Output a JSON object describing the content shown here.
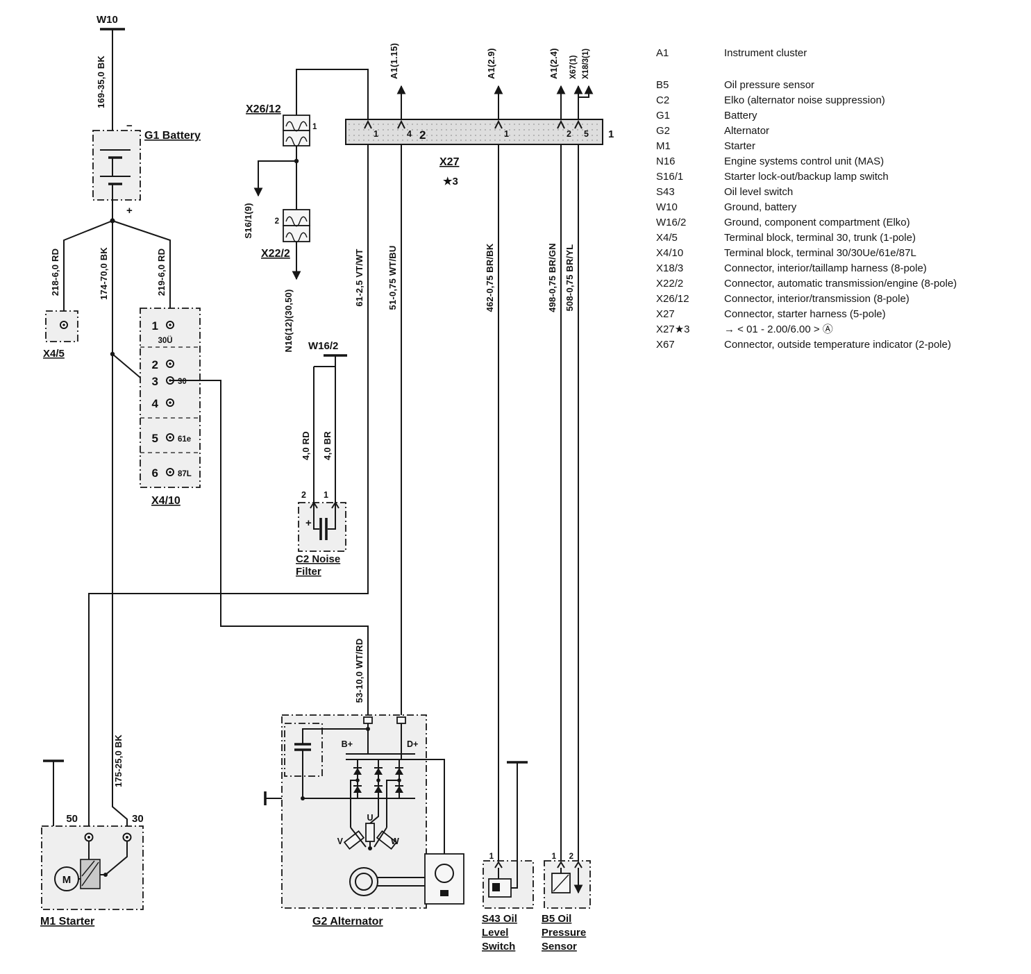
{
  "colors": {
    "ink": "#141414",
    "paper": "#ffffff",
    "box_fill": "#efefef",
    "bar_fill": "#dedede"
  },
  "legend": {
    "items": [
      {
        "code": "A1",
        "desc": "Instrument cluster"
      },
      {
        "code": "B5",
        "desc": "Oil pressure sensor"
      },
      {
        "code": "C2",
        "desc": "Elko (alternator noise suppression)"
      },
      {
        "code": "G1",
        "desc": "Battery"
      },
      {
        "code": "G2",
        "desc": "Alternator"
      },
      {
        "code": "M1",
        "desc": "Starter"
      },
      {
        "code": "N16",
        "desc": "Engine systems control unit (MAS)"
      },
      {
        "code": "S16/1",
        "desc": "Starter lock-out/backup lamp switch"
      },
      {
        "code": "S43",
        "desc": "Oil level switch"
      },
      {
        "code": "W10",
        "desc": "Ground, battery"
      },
      {
        "code": "W16/2",
        "desc": "Ground, component compartment (Elko)"
      },
      {
        "code": "X4/5",
        "desc": "Terminal block, terminal 30, trunk (1-pole)"
      },
      {
        "code": "X4/10",
        "desc": "Terminal block, terminal 30/30Ue/61e/87L"
      },
      {
        "code": "X18/3",
        "desc": "Connector, interior/taillamp harness (8-pole)"
      },
      {
        "code": "X22/2",
        "desc": "Connector, automatic transmission/engine (8-pole)"
      },
      {
        "code": "X26/12",
        "desc": "Connector, interior/transmission (8-pole)"
      },
      {
        "code": "X27",
        "desc": "Connector, starter harness (5-pole)"
      },
      {
        "code": "X27★3",
        "desc": "→  <  01 - 2.00/6.00  >    Ⓐ"
      },
      {
        "code": "X67",
        "desc": "Connector, outside temperature indicator (2-pole)"
      }
    ]
  },
  "components": {
    "w10": "W10",
    "g1": "G1 Battery",
    "x4_5": "X4/5",
    "x4_10": "X4/10",
    "x26_12": "X26/12",
    "x22_2": "X22/2",
    "w16_2": "W16/2",
    "c2_l1": "C2 Noise",
    "c2_l2": "Filter",
    "x27": "X27",
    "x27_note": "★3",
    "m1": "M1 Starter",
    "g2": "G2 Alternator",
    "s43_l1": "S43 Oil",
    "s43_l2": "Level",
    "s43_l3": "Switch",
    "b5_l1": "B5 Oil",
    "b5_l2": "Pressure",
    "b5_l3": "Sensor"
  },
  "wires": {
    "battery_ground": "169-35,0 BK",
    "batt_x45": "218-6,0 RD",
    "batt_main": "174-70,0 BK",
    "batt_x410": "219-6,0 RD",
    "starter_30": "175-25,0 BK",
    "x27_p1": "61-2,5 VT/WT",
    "x27_p4": "51-0,75 WT/BU",
    "s43_wire": "462-0,75 BR/BK",
    "b5_wire1": "498-0,75 BR/GN",
    "b5_wire2": "508-0,75 BR/YL",
    "alt_bplus": "53-10,0 WT/RD",
    "c2_rd": "4,0 RD",
    "c2_br": "4,0 BR"
  },
  "refs": {
    "s16": "S16/1(9)",
    "n16": "N16(12)(30,50)",
    "a1_115": "A1(1.15)",
    "a1_29": "A1(2.9)",
    "a1_24": "A1(2.4)",
    "x67": "X67(1)",
    "x18_3": "X18/3(1)"
  },
  "pins": {
    "x27_1": "1",
    "x27_4": "4",
    "x27_mid": "2",
    "x27_m3": "1",
    "x27_m4": "2",
    "x27_m5": "5",
    "x27_right": "1",
    "t1": "1",
    "t2": "2",
    "t3": "3",
    "t4": "4",
    "t5": "5",
    "t6": "6",
    "t1_sub": "30Ü",
    "t3_sub": "30",
    "t5_sub": "61e",
    "t6_sub": "87L",
    "st50": "50",
    "st30": "30",
    "c2_2": "2",
    "c2_1": "1",
    "s43_1": "1",
    "b5_1": "1",
    "b5_2": "2",
    "x26_1": "1",
    "x22_2": "2",
    "minus": "−",
    "plus": "+",
    "bplus": "B+",
    "dplus": "D+",
    "u": "U",
    "v": "V",
    "w": "W",
    "m": "M"
  }
}
